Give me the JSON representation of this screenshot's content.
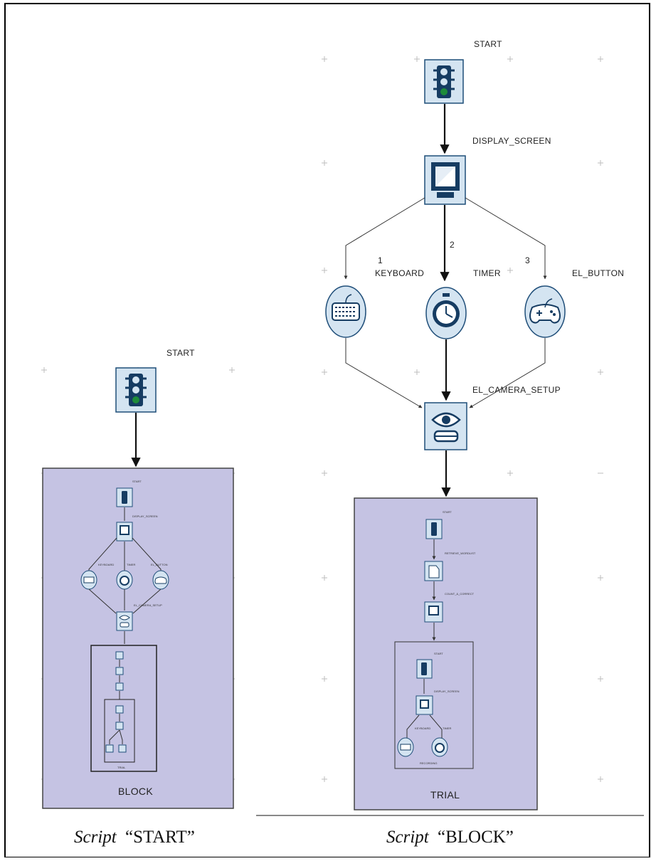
{
  "script_start": {
    "start_label": "START",
    "block_label": "BLOCK",
    "caption_italic": "Script",
    "caption_quoted": "“START”"
  },
  "script_block": {
    "start_label": "START",
    "display_label": "DISPLAY_SCREEN",
    "branches": [
      {
        "number": "1",
        "label": "KEYBOARD"
      },
      {
        "number": "2",
        "label": "TIMER"
      },
      {
        "number": "3",
        "label": "EL_BUTTON"
      }
    ],
    "camera_label": "EL_CAMERA_SETUP",
    "trial_label": "TRIAL",
    "caption_italic": "Script",
    "caption_quoted": "“BLOCK”"
  },
  "colors": {
    "container_fill": "#c5c3e3",
    "container_border": "#444444",
    "icon_fill": "#d4e4f1",
    "icon_border": "#1f4e79",
    "icon_dark": "#163c62",
    "signal_green": "#1f8c3a",
    "grid_cross": "#bdbdbd"
  },
  "icons": [
    "traffic-light-icon",
    "monitor-icon",
    "keyboard-icon",
    "stopwatch-icon",
    "gamepad-icon",
    "eye-camera-icon"
  ]
}
